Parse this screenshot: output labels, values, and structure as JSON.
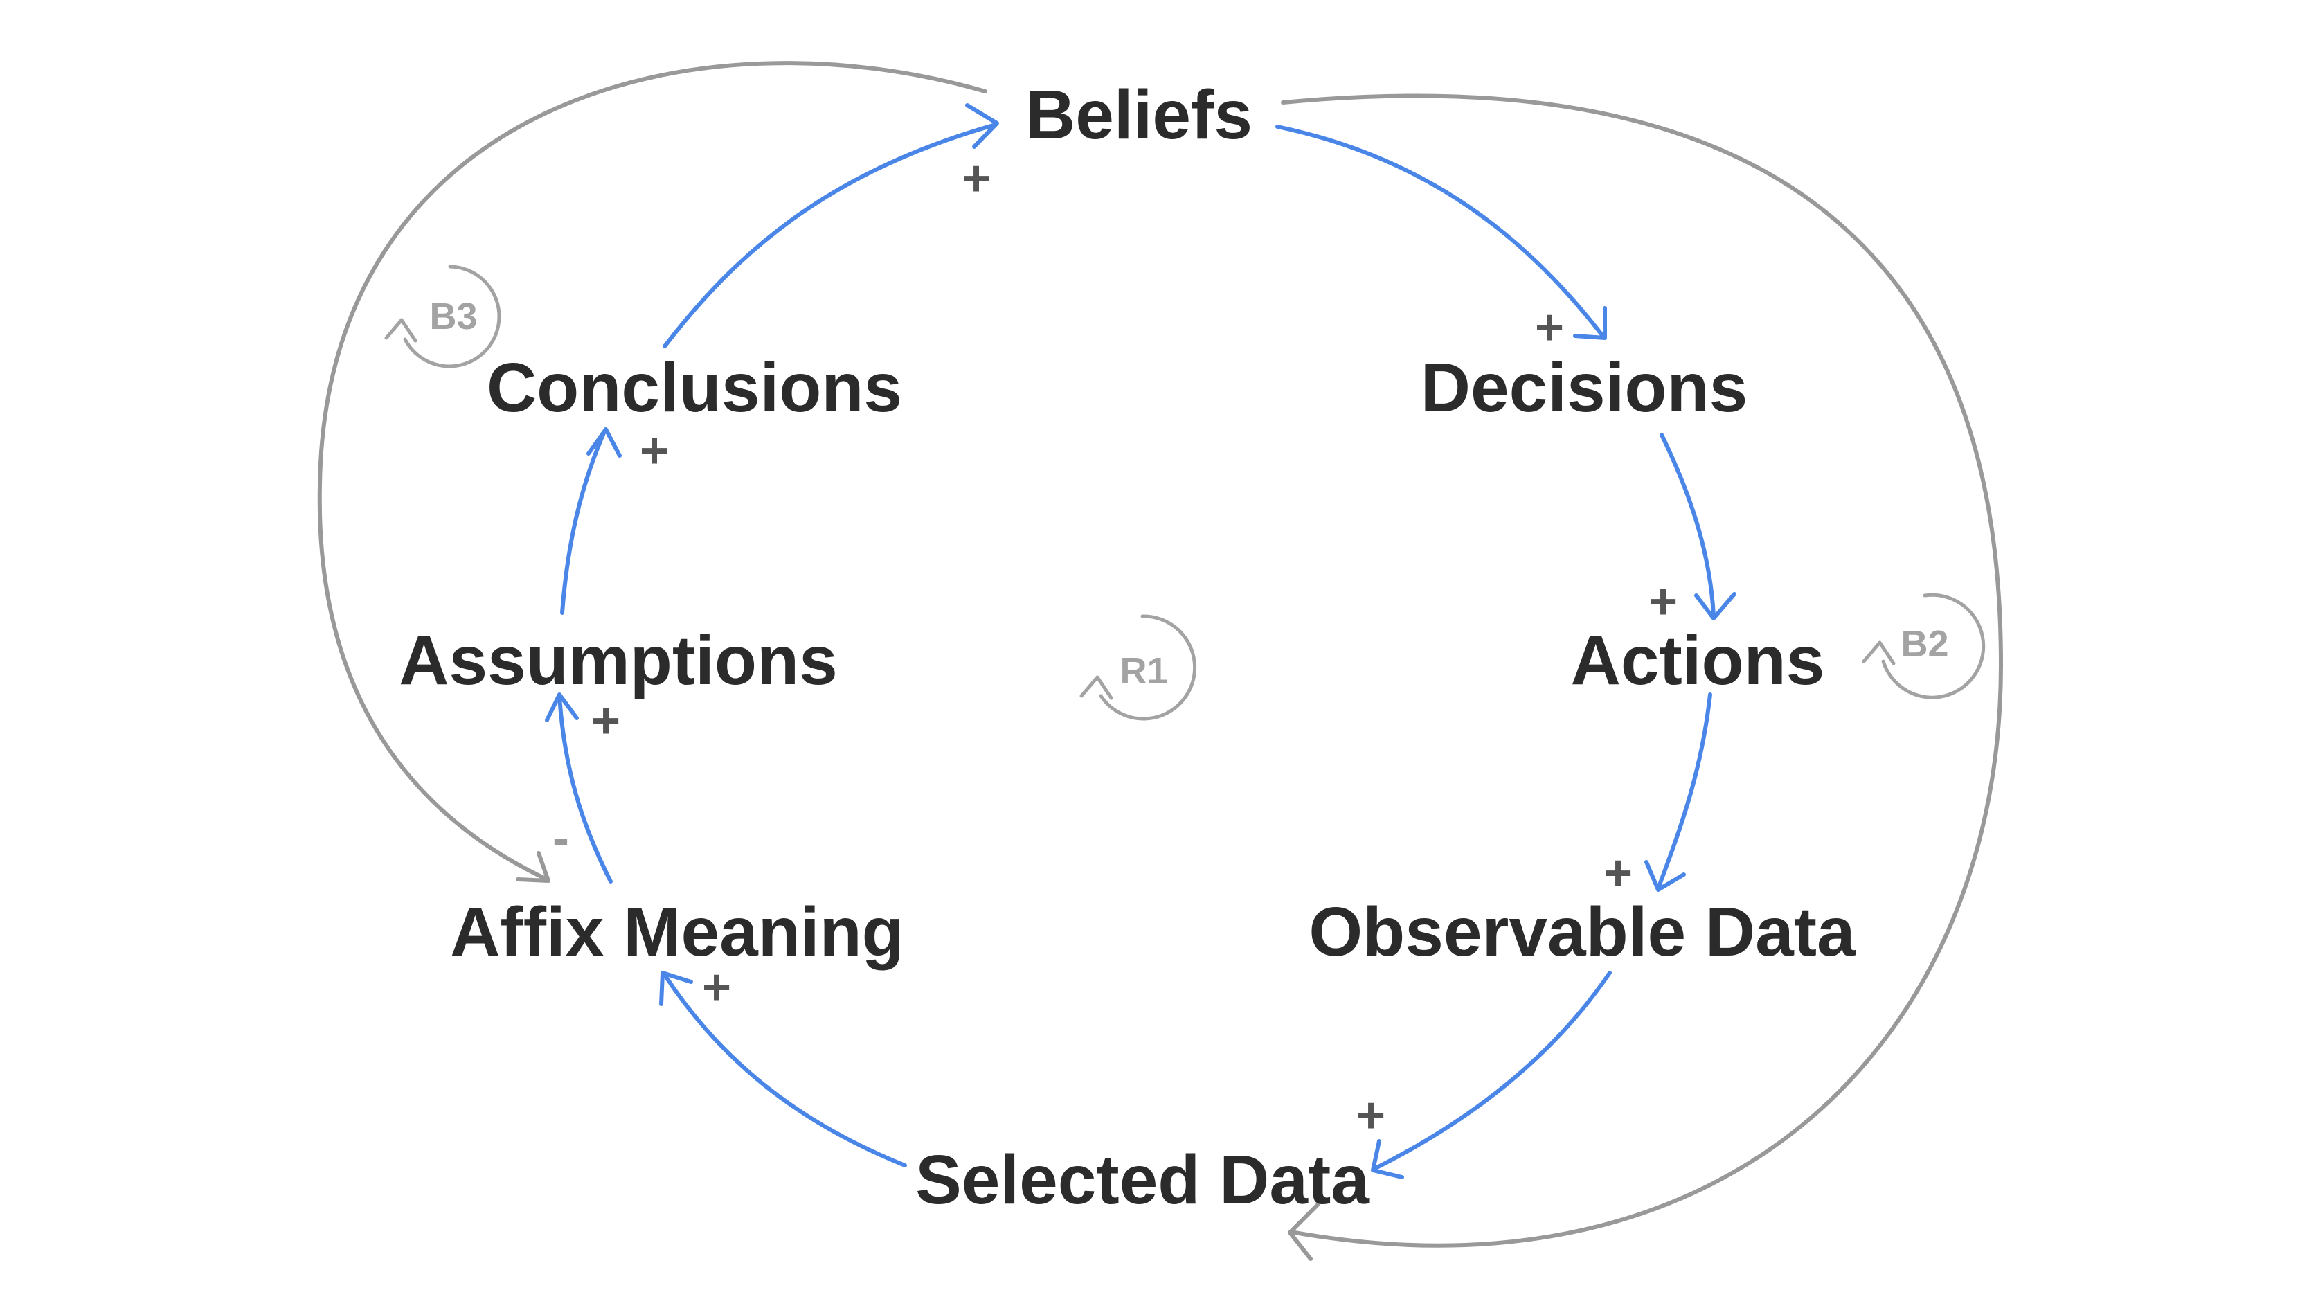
{
  "nodes": {
    "beliefs": "Beliefs",
    "decisions": "Decisions",
    "actions": "Actions",
    "observable_data": "Observable Data",
    "selected_data": "Selected Data",
    "affix_meaning": "Affix Meaning",
    "assumptions": "Assumptions",
    "conclusions": "Conclusions"
  },
  "polarities": {
    "beliefs_to_decisions": "+",
    "decisions_to_actions": "+",
    "actions_to_observable_data": "+",
    "observable_data_to_selected_data": "+",
    "selected_data_to_affix_meaning": "+",
    "affix_meaning_to_assumptions": "+",
    "assumptions_to_conclusions": "+",
    "conclusions_to_beliefs": "+",
    "beliefs_to_affix_meaning": "-"
  },
  "loops": {
    "r1": "R1",
    "b2": "B2",
    "b3": "B3"
  },
  "colors": {
    "causal_link": "#4a86e8",
    "balancing_link": "#999999",
    "node_text": "#2b2b2b",
    "loop_label": "#a3a3a3"
  }
}
